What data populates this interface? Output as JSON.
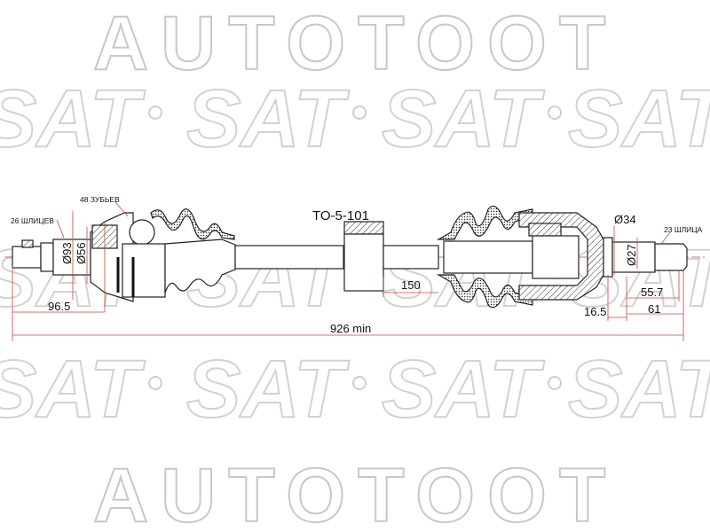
{
  "watermark": {
    "top_text": "AUTOTOOT",
    "bottom_text": "AUTOTOOT",
    "logo_text": "SAT",
    "logo_mark": "®"
  },
  "part_number": "TO-5-101",
  "labels": {
    "left_splines": "26 ШЛИЦЕВ",
    "left_teeth": "48 ЗУБЬЕВ",
    "left_dia_outer": "Ø93",
    "left_dia_inner": "Ø56",
    "right_splines": "23 ШЛИЦА",
    "right_dia_outer": "Ø34",
    "right_dia_inner": "Ø27"
  },
  "dimensions": {
    "left_length": "96.5",
    "overall_length": "926 min",
    "damper_offset": "150",
    "right_a": "16.5",
    "right_b": "55.7",
    "right_c": "61"
  },
  "colors": {
    "dimension": "#cc4444",
    "watermark": "#c8c8c8",
    "line": "#222222"
  }
}
